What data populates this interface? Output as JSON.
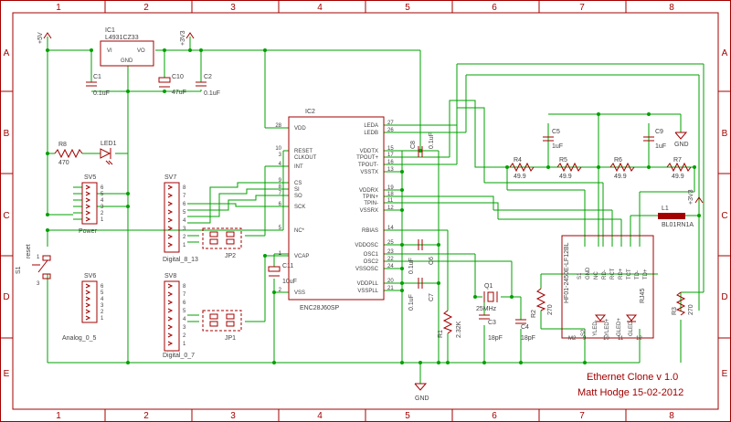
{
  "grid": {
    "cols": [
      "1",
      "2",
      "3",
      "4",
      "5",
      "6",
      "7",
      "8"
    ],
    "rows": [
      "A",
      "B",
      "C",
      "D",
      "E"
    ]
  },
  "title_block": {
    "title": "Ethernet Clone v 1.0",
    "author_date": "Matt Hodge 15-02-2012"
  },
  "supplies": {
    "v5": "+5V",
    "v3_1": "+3V3",
    "v3_2": "+3V3",
    "gnd_bottom": "GND",
    "gnd_right": "GND"
  },
  "ic1": {
    "name": "IC1",
    "value": "L4931CZ33",
    "vi": "VI",
    "vo": "VO",
    "gnd": "GND"
  },
  "caps": {
    "c1": {
      "name": "C1",
      "value": "0.1uF"
    },
    "c10": {
      "name": "C10",
      "value": "47uF"
    },
    "c2": {
      "name": "C2",
      "value": "0.1uF"
    },
    "c11": {
      "name": "C11",
      "value": "10uF"
    },
    "c8": {
      "name": "C8",
      "value": "0.1uF"
    },
    "c6": {
      "name": "C6",
      "value": "0.1uF"
    },
    "c7": {
      "name": "C7",
      "value": "0.1uF"
    },
    "c3": {
      "name": "C3",
      "value": "18pF"
    },
    "c4": {
      "name": "C4",
      "value": "18pF"
    },
    "c5": {
      "name": "C5",
      "value": "1uF"
    },
    "c9": {
      "name": "C9",
      "value": "1uF"
    }
  },
  "resistors": {
    "r8": {
      "name": "R8",
      "value": "470"
    },
    "r4": {
      "name": "R4",
      "value": "49.9"
    },
    "r5": {
      "name": "R5",
      "value": "49.9"
    },
    "r6": {
      "name": "R6",
      "value": "49.9"
    },
    "r7": {
      "name": "R7",
      "value": "49.9"
    },
    "r1": {
      "name": "R1",
      "value": "2.32K"
    },
    "r2": {
      "name": "R2",
      "value": "270"
    },
    "r3": {
      "name": "R3",
      "value": "270"
    }
  },
  "led1": {
    "name": "LED1"
  },
  "l1": {
    "name": "L1",
    "value": "BL01RN1A"
  },
  "q1": {
    "name": "Q1",
    "value": "25MHz"
  },
  "s1": {
    "name": "S1",
    "label": "reset"
  },
  "headers": {
    "sv5": {
      "name": "SV5",
      "label": "Power",
      "pins": [
        "6",
        "5",
        "4",
        "3",
        "2",
        "1"
      ]
    },
    "sv6": {
      "name": "SV6",
      "label": "Analog_0_5",
      "pins": [
        "6",
        "5",
        "4",
        "3",
        "2",
        "1"
      ]
    },
    "sv7": {
      "name": "SV7",
      "label": "Digital_8_13",
      "pins": [
        "8",
        "7",
        "6",
        "5",
        "4",
        "3",
        "2",
        "1"
      ]
    },
    "sv8": {
      "name": "SV8",
      "label": "Digital_0_7",
      "pins": [
        "8",
        "7",
        "6",
        "5",
        "4",
        "3",
        "2",
        "1"
      ]
    },
    "jp2": {
      "name": "JP2"
    },
    "jp1": {
      "name": "JP1"
    }
  },
  "ic2": {
    "name": "IC2",
    "value": "ENC28J60SP",
    "left_pins": [
      {
        "num": "28",
        "name": "VDD"
      },
      {
        "num": "10",
        "name": "RESET"
      },
      {
        "num": "3",
        "name": "CLKOUT"
      },
      {
        "num": "4",
        "name": "INT"
      },
      {
        "num": "9",
        "name": "CS"
      },
      {
        "num": "8",
        "name": "SI"
      },
      {
        "num": "7",
        "name": "SO"
      },
      {
        "num": "6",
        "name": "SCK"
      },
      {
        "num": "5",
        "name": "NC*"
      },
      {
        "num": "1",
        "name": "VCAP"
      },
      {
        "num": "2",
        "name": "VSS"
      }
    ],
    "right_pins": [
      {
        "num": "27",
        "name": "LEDA"
      },
      {
        "num": "26",
        "name": "LEDB"
      },
      {
        "num": "15",
        "name": "VDDTX"
      },
      {
        "num": "17",
        "name": "TPOUT+"
      },
      {
        "num": "16",
        "name": "TPOUT-"
      },
      {
        "num": "13",
        "name": "VSSTX"
      },
      {
        "num": "19",
        "name": "VDDRX"
      },
      {
        "num": "18",
        "name": "TPIN+"
      },
      {
        "num": "11",
        "name": "TPIN-"
      },
      {
        "num": "12",
        "name": "VSSRX"
      },
      {
        "num": "14",
        "name": "RBIAS"
      },
      {
        "num": "25",
        "name": "VDDOSC"
      },
      {
        "num": "23",
        "name": "OSC1"
      },
      {
        "num": "22",
        "name": "OSC2"
      },
      {
        "num": "24",
        "name": "VSSOSC"
      },
      {
        "num": "20",
        "name": "VDDPLL"
      },
      {
        "num": "21",
        "name": "VSSPLL"
      }
    ]
  },
  "rj45": {
    "name": "RJ45",
    "part": "HF01-2450E-LF12BL",
    "top_pins": [
      "S1",
      "GND",
      "NC",
      "RD-",
      "RCT",
      "RD+",
      "TCT",
      "TD-",
      "TD+"
    ],
    "bottom_labels": [
      "S2",
      "YLED-",
      "YLED+",
      "GLED+",
      "GLED-"
    ],
    "pin_nums": [
      "M1",
      "M2",
      "10",
      "9",
      "11",
      "12"
    ]
  }
}
